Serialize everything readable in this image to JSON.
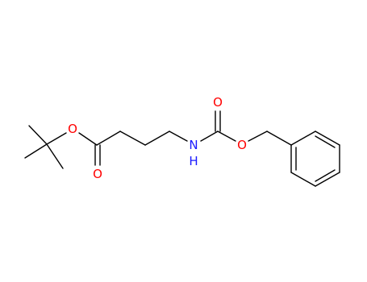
{
  "molecule": {
    "atoms": {
      "ester_o": "O",
      "carbonyl_o_ester": "O",
      "amide_n": "N",
      "amide_h": "H",
      "carbamate_carbonyl_o": "O",
      "carbamate_ether_o": "O"
    }
  },
  "colors": {
    "bond": "#000000",
    "oxygen": "#ff0000",
    "nitrogen": "#1a1aff"
  }
}
